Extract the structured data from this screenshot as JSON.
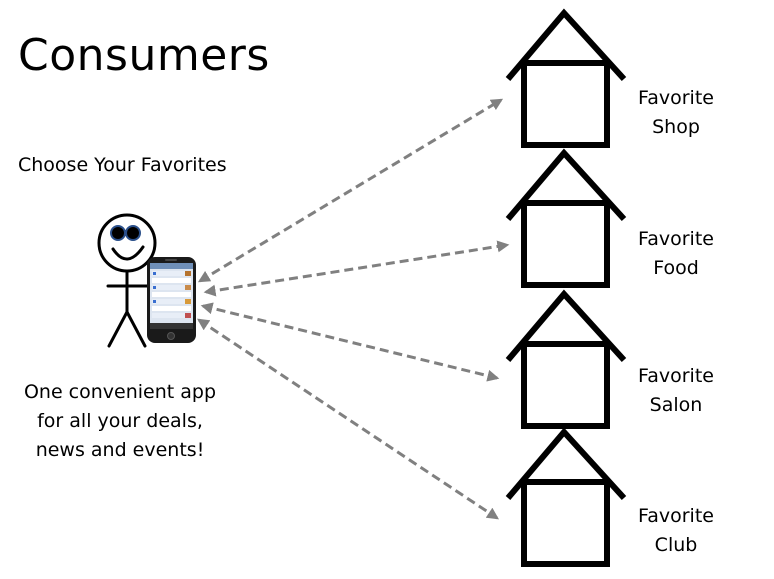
{
  "title": "Consumers",
  "subtitle": "Choose Your Favorites",
  "tagline": [
    "One convenient app",
    "for all your deals,",
    "news and events!"
  ],
  "arrow_color": "#808080",
  "destinations": [
    {
      "line1": "Favorite",
      "line2": "Shop"
    },
    {
      "line1": "Favorite",
      "line2": "Food"
    },
    {
      "line1": "Favorite",
      "line2": "Salon"
    },
    {
      "line1": "Favorite",
      "line2": "Club"
    }
  ],
  "icons": {
    "person": "stick-figure-icon",
    "phone": "smartphone-icon",
    "house": "house-icon"
  }
}
